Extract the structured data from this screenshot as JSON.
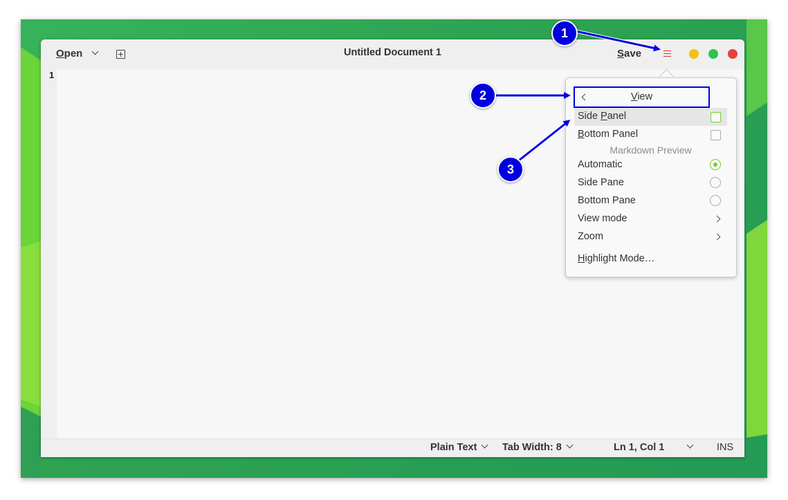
{
  "header": {
    "open_label": "Open",
    "open_accel": "O",
    "open_rest": "pen",
    "title": "Untitled Document 1",
    "save_accel": "S",
    "save_rest": "ave"
  },
  "editor": {
    "line_number": "1"
  },
  "statusbar": {
    "language": "Plain Text",
    "tab_width": "Tab Width: 8",
    "position": "Ln 1, Col 1",
    "mode": "INS"
  },
  "menu": {
    "back_label_accel": "V",
    "back_label_rest": "iew",
    "side_panel_pre": "Side ",
    "side_panel_accel": "P",
    "side_panel_post": "anel",
    "bottom_panel_accel": "B",
    "bottom_panel_rest": "ottom Panel",
    "section_label": "Markdown Preview",
    "automatic": "Automatic",
    "side_pane": "Side Pane",
    "bottom_pane": "Bottom Pane",
    "view_mode": "View mode",
    "zoom": "Zoom",
    "highlight_accel": "H",
    "highlight_rest": "ighlight Mode…",
    "preview_selected": "Automatic"
  },
  "annotations": {
    "one": "1",
    "two": "2",
    "three": "3"
  },
  "colors": {
    "accent": "#6fd12e",
    "annotation": "#0000e0",
    "close": "#e8413c",
    "minimize": "#f3c111",
    "maximize": "#31c24f"
  },
  "icons": {
    "menu": "hamburger-icon",
    "new_tab": "new-tab-icon",
    "back": "chevron-left-icon"
  }
}
